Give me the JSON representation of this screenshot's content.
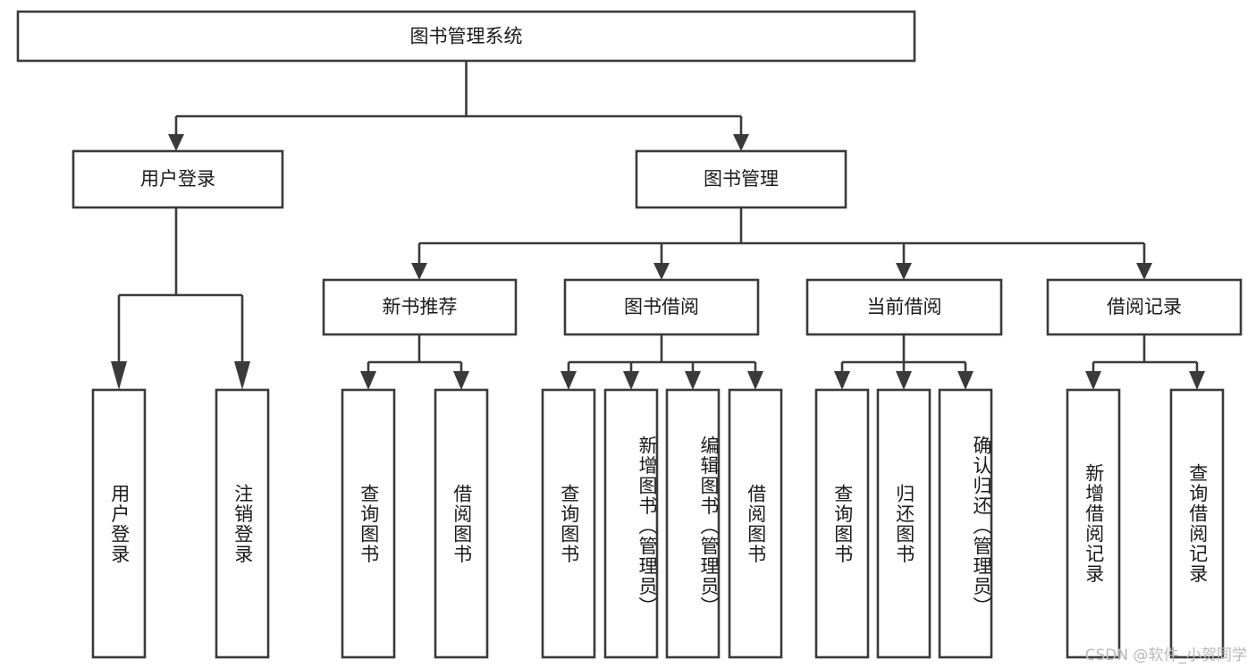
{
  "diagram": {
    "title": "图书管理系统",
    "type": "tree",
    "watermark": "CSDN @软件_小贺同学",
    "colors": {
      "box_stroke": "#3a3a3a",
      "box_fill": "#ffffff",
      "text": "#1a1a1a",
      "background": "#ffffff",
      "watermark": "#b9b9b9"
    },
    "root": {
      "label": "图书管理系统"
    },
    "level1": [
      {
        "label": "用户登录"
      },
      {
        "label": "图书管理"
      }
    ],
    "level2": [
      {
        "label": "新书推荐"
      },
      {
        "label": "图书借阅"
      },
      {
        "label": "当前借阅"
      },
      {
        "label": "借阅记录"
      }
    ],
    "leaves": {
      "user_login": [
        {
          "label": "用户登录"
        },
        {
          "label": "注销登录"
        }
      ],
      "new_book_recommend": [
        {
          "label": "查询图书"
        },
        {
          "label": "借阅图书"
        }
      ],
      "book_borrow": [
        {
          "label": "查询图书"
        },
        {
          "label": "新增图书（管理员）"
        },
        {
          "label": "编辑图书（管理员）"
        },
        {
          "label": "借阅图书"
        }
      ],
      "current_borrow": [
        {
          "label": "查询图书"
        },
        {
          "label": "归还图书"
        },
        {
          "label": "确认归还（管理员）"
        }
      ],
      "borrow_record": [
        {
          "label": "新增借阅记录"
        },
        {
          "label": "查询借阅记录"
        }
      ]
    }
  }
}
